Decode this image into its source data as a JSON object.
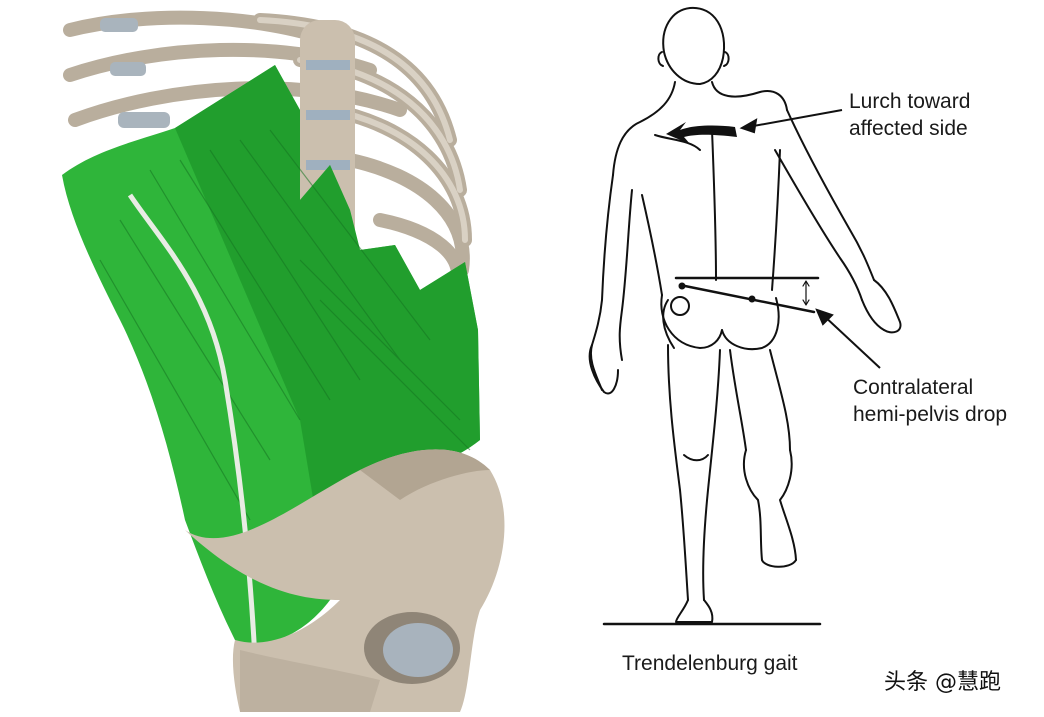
{
  "annotations": {
    "lurch_line1": "Lurch toward",
    "lurch_line2": "affected side",
    "drop_line1": "Contralateral",
    "drop_line2": "hemi-pelvis drop"
  },
  "caption": "Trendelenburg gait",
  "watermark": "头条 @慧跑",
  "colors": {
    "muscle": "#2fb53a",
    "muscle_dark": "#1d8a28",
    "bone": "#c8bfb0",
    "bone_shadow": "#9d9383",
    "line": "#111111"
  }
}
